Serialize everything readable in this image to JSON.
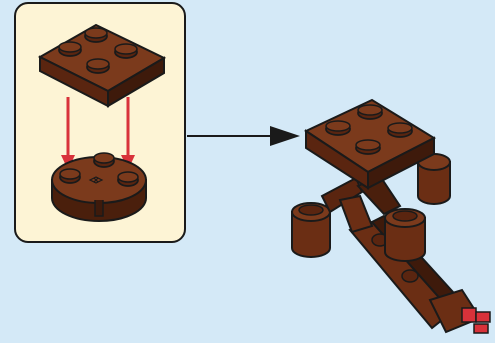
{
  "instruction": {
    "callout": {
      "background_color": "#fdf4d5",
      "border_color": "#1a1a1a",
      "parts": [
        "brown-plate-2x2",
        "brown-round-plate-2x2"
      ]
    },
    "direction_arrow": {
      "color": "#1a1a1a"
    },
    "placement_arrows": {
      "color": "#d8323a",
      "count": 2
    },
    "result_model": {
      "description_icons": [
        "brown-plate-2x2",
        "brown-round-tiles",
        "brown-arm-segments",
        "red-claw-end"
      ]
    },
    "colors": {
      "brick_brown": "#6b2e14",
      "brick_brown_top": "#7b3a1c",
      "brick_brown_dark": "#3e1a0b",
      "outline": "#1a1a1a",
      "accent_red": "#d8323a",
      "page_background": "#d4e9f7"
    }
  }
}
